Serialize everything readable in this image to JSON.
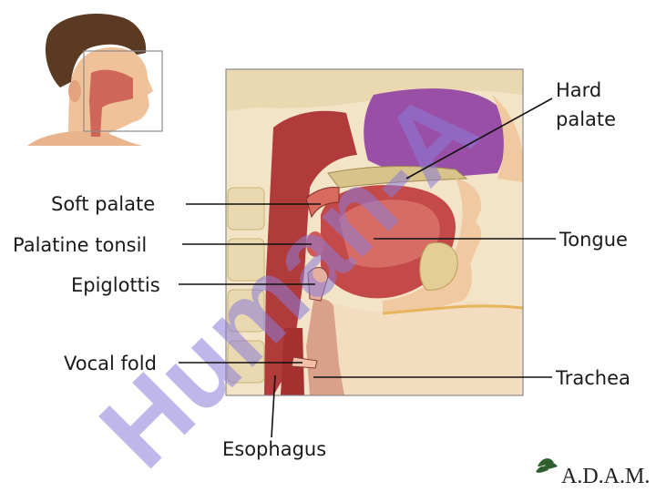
{
  "labels": {
    "hard_palate_line1": "Hard",
    "hard_palate_line2": "palate",
    "soft_palate": "Soft palate",
    "palatine_tonsil": "Palatine tonsil",
    "epiglottis": "Epiglottis",
    "tongue": "Tongue",
    "vocal_fold": "Vocal fold",
    "trachea": "Trachea",
    "esophagus": "Esophagus"
  },
  "watermark": {
    "text": "Human-A",
    "color": "#8b7bd8"
  },
  "logo": {
    "text": "A.D.A.M.",
    "icon": "leaf-icon"
  },
  "colors": {
    "muscle": "#c44a4a",
    "skin": "#f0c9a0",
    "bone": "#e8d9a8",
    "nasal": "#9a4fa6",
    "tissue_light": "#e89a8a"
  }
}
